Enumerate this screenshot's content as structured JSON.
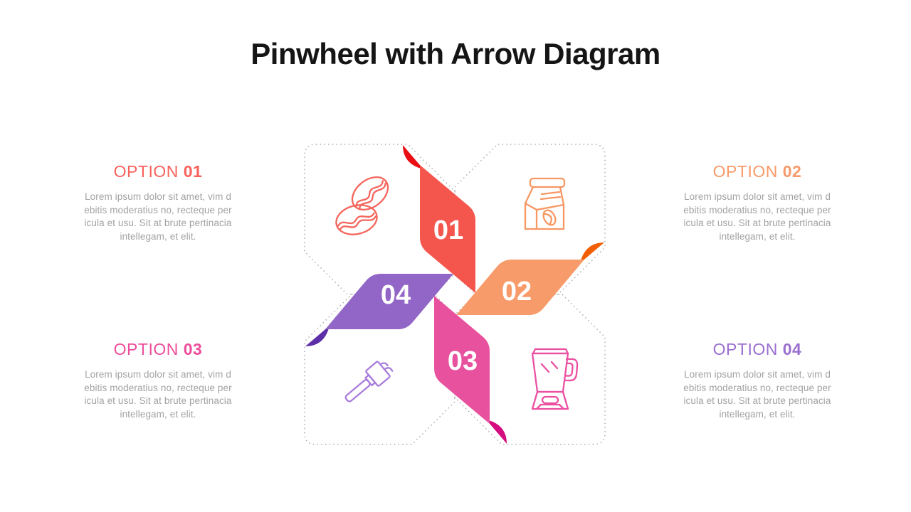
{
  "title": "Pinwheel with Arrow Diagram",
  "options": [
    {
      "label": "OPTION",
      "number": "01",
      "color": "#F8625C",
      "body": "Lorem ipsum dolor sit amet, vim d\nebitis moderatius no, recteque per\nicula et usu. Sit at brute pertinacia\nintellegam, et elit."
    },
    {
      "label": "OPTION",
      "number": "02",
      "color": "#F89A6A",
      "body": "Lorem ipsum dolor sit amet, vim d\nebitis moderatius no, recteque per\nicula et usu. Sit at brute pertinacia\nintellegam, et elit."
    },
    {
      "label": "OPTION",
      "number": "03",
      "color": "#EC4D9B",
      "body": "Lorem ipsum dolor sit amet, vim d\nebitis moderatius no, recteque per\nicula et usu. Sit at brute pertinacia\nintellegam, et elit."
    },
    {
      "label": "OPTION",
      "number": "04",
      "color": "#9B6FD0",
      "body": "Lorem ipsum dolor sit amet, vim d\nebitis moderatius no, recteque per\nicula et usu. Sit at brute pertinacia\nintellegam, et elit."
    }
  ],
  "pinwheel": {
    "center_numbers_color": "#FFFFFF",
    "dash_color": "#ACACAC",
    "blades": [
      {
        "number": "01",
        "fill": "#F4564E",
        "curl": "#E90E13"
      },
      {
        "number": "02",
        "fill": "#F89B6B",
        "curl": "#F25E04"
      },
      {
        "number": "03",
        "fill": "#E8519D",
        "curl": "#D40E7E"
      },
      {
        "number": "04",
        "fill": "#9166C6",
        "curl": "#5C2EA7"
      }
    ],
    "icons": [
      {
        "name": "coffee-beans",
        "color": "#F4655C"
      },
      {
        "name": "coffee-bag",
        "color": "#F79763"
      },
      {
        "name": "portafilter",
        "color": "#A87CDB"
      },
      {
        "name": "blender",
        "color": "#EB4FA1"
      }
    ]
  }
}
